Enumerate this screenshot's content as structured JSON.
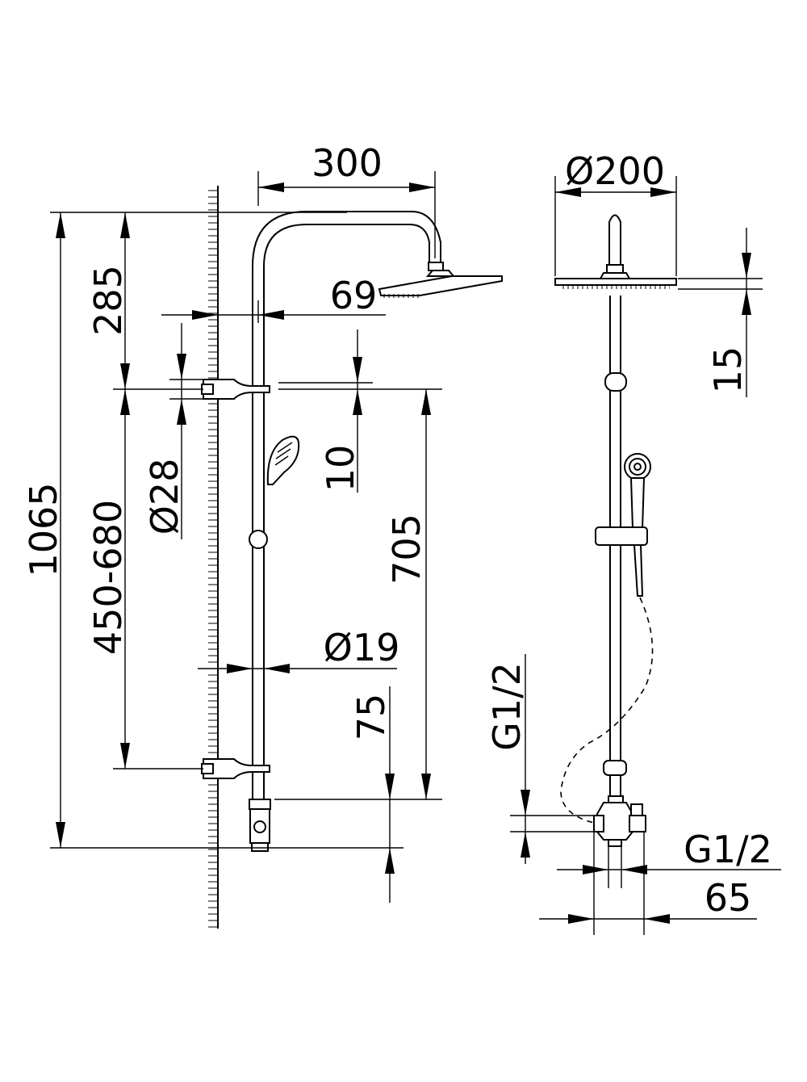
{
  "dimensions": {
    "arm_length": "300",
    "head_diameter": "Ø200",
    "arm_drop": "69",
    "head_height": "15",
    "top_to_bracket": "285",
    "bracket_diameter": "Ø28",
    "bracket_offset": "10",
    "overall_height": "1065",
    "bracket_spacing": "450-680",
    "rail_length": "705",
    "rail_diameter": "Ø19",
    "bottom_offset": "75",
    "inlet_thread_vertical": "G1/2",
    "inlet_thread_horizontal": "G1/2",
    "diverter_width": "65"
  }
}
